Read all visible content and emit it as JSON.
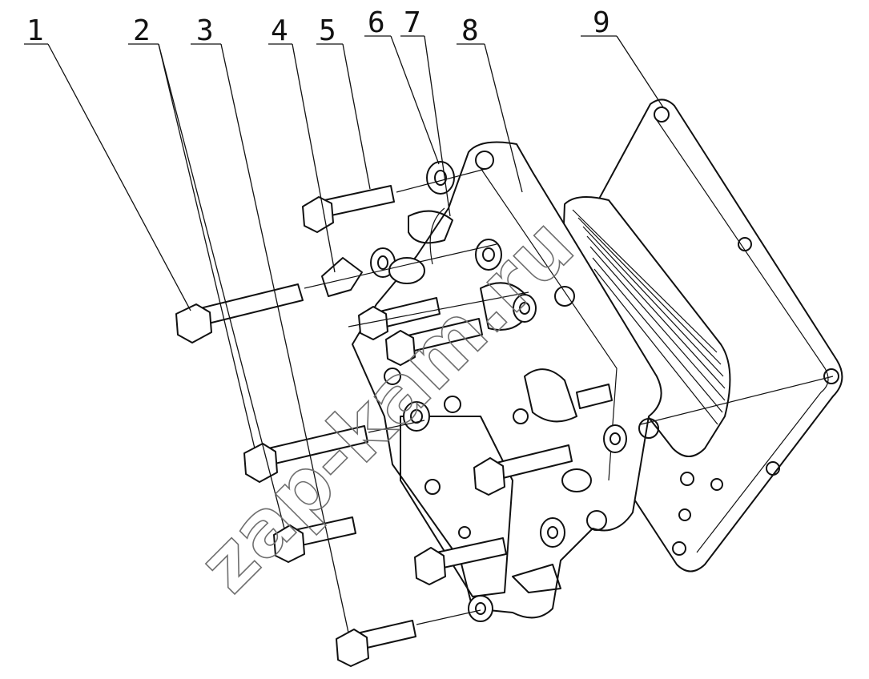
{
  "callouts": [
    {
      "id": "1",
      "label": "1"
    },
    {
      "id": "2",
      "label": "2"
    },
    {
      "id": "3",
      "label": "3"
    },
    {
      "id": "4",
      "label": "4"
    },
    {
      "id": "5",
      "label": "5"
    },
    {
      "id": "6",
      "label": "6"
    },
    {
      "id": "7",
      "label": "7"
    },
    {
      "id": "8",
      "label": "8"
    },
    {
      "id": "9",
      "label": "9"
    }
  ],
  "watermark": "zap-kam.ru"
}
